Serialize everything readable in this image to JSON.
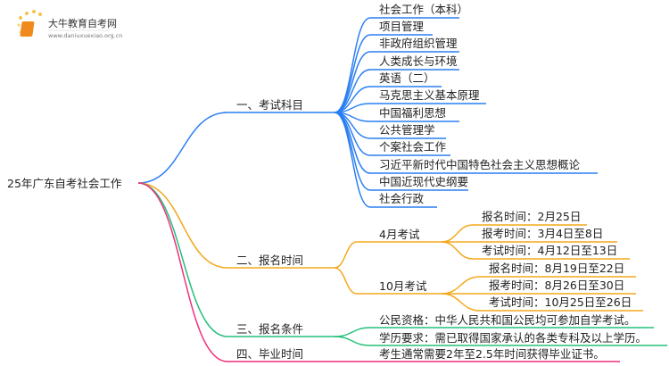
{
  "logo": {
    "title": "大牛教育自考网",
    "url": "www.daniuxuexiao.org.cn"
  },
  "root": "25年广东自考社会工作",
  "colors": {
    "blue": "#2a7ff2",
    "orange": "#f3a81c",
    "green": "#24c07a",
    "pink": "#ef2f7d"
  },
  "branches": [
    {
      "label": "一、考试科目",
      "items": [
        "社会工作（本科）",
        "项目管理",
        "非政府组织管理",
        "人类成长与环境",
        "英语（二）",
        "马克思主义基本原理",
        "中国福利思想",
        "公共管理学",
        "个案社会工作",
        "习近平新时代中国特色社会主义思想概论",
        "中国近现代史纲要",
        "社会行政"
      ]
    },
    {
      "label": "二、报名时间",
      "groups": [
        {
          "label": "4月考试",
          "items": [
            "报名时间：2月25日",
            "报考时间：3月4日至8日",
            "考试时间：4月12日至13日"
          ]
        },
        {
          "label": "10月考试",
          "items": [
            "报名时间：8月19日至22日",
            "报考时间：8月26日至30日",
            "考试时间：10月25日至26日"
          ]
        }
      ]
    },
    {
      "label": "三、报名条件",
      "items": [
        "公民资格：中华人民共和国公民均可参加自学考试。",
        "学历要求：需已取得国家承认的各类专科及以上学历。"
      ]
    },
    {
      "label": "四、毕业时间",
      "items": [
        "考生通常需要2年至2.5年时间获得毕业证书。"
      ]
    }
  ]
}
